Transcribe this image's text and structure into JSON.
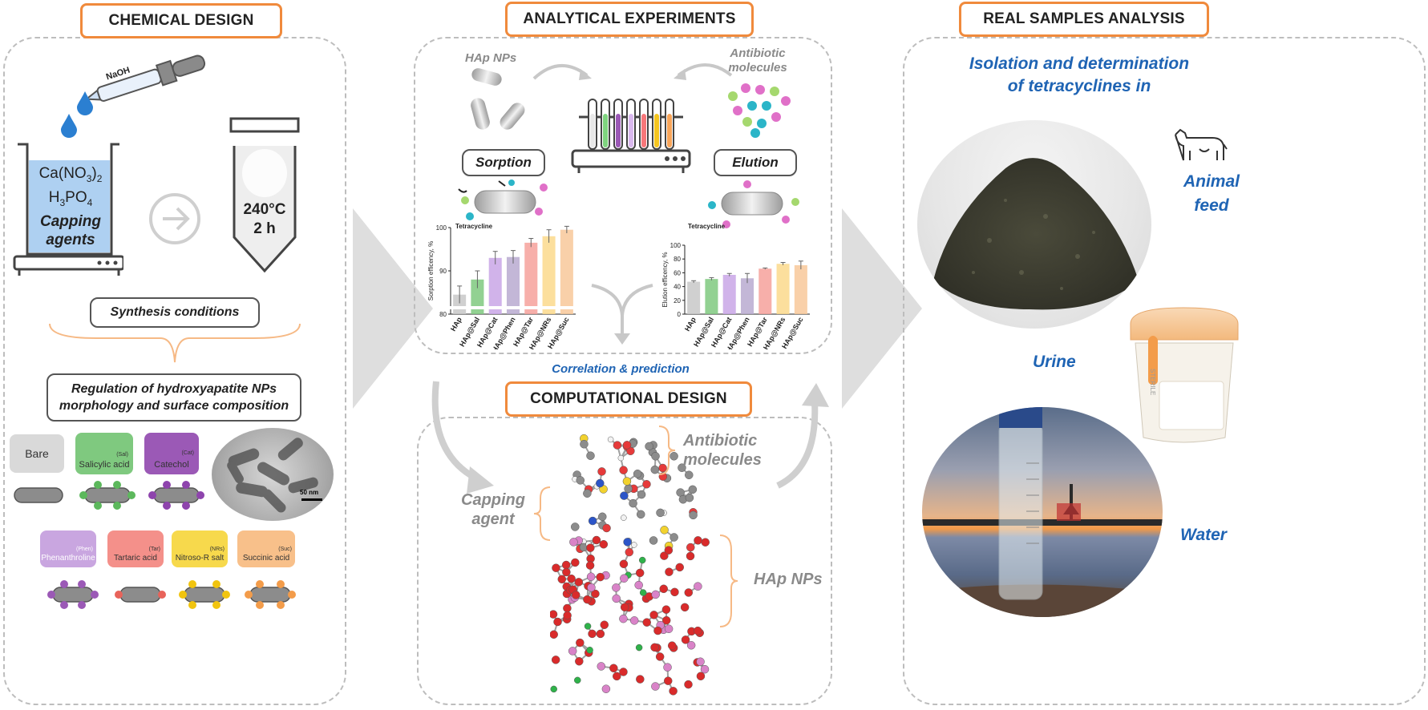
{
  "headers": {
    "chemical": "CHEMICAL DESIGN",
    "analytical": "ANALYTICAL EXPERIMENTS",
    "real": "REAL SAMPLES ANALYSIS",
    "computational": "COMPUTATIONAL DESIGN"
  },
  "chemical": {
    "naoh": "NaOH",
    "beaker_line1": "Ca(NO",
    "beaker_line1_sub": "3",
    "beaker_line1_end": ")",
    "beaker_line1_sub2": "2",
    "beaker_line2": "H",
    "beaker_line2_sub": "3",
    "beaker_line2_mid": "PO",
    "beaker_line2_sub2": "4",
    "beaker_line3": "Capping",
    "beaker_line4": "agents",
    "autoclave_temp": "240°C",
    "autoclave_time": "2 h",
    "synthesis": "Synthesis conditions",
    "regulation_line1": "Regulation of hydroxyapatite NPs",
    "regulation_line2": "morphology and surface composition",
    "scale": "50 nm",
    "agents": [
      {
        "label": "Bare",
        "abbr": "",
        "color": "#d9d9d9",
        "dot": "#8a8a8a"
      },
      {
        "label": "Salicylic acid",
        "abbr": "(Sal)",
        "color": "#7fc97f",
        "dot": "#4caf50"
      },
      {
        "label": "Catechol",
        "abbr": "(Cat)",
        "color": "#9b59b6",
        "dot": "#8e44ad"
      },
      {
        "label": "Phenanthroline",
        "abbr": "(Phen)",
        "color": "#c9a6e0",
        "dot": "#9b59b6"
      },
      {
        "label": "Tartaric acid",
        "abbr": "(Tar)",
        "color": "#f4908a",
        "dot": "#e8635a"
      },
      {
        "label": "Nitroso-R salt",
        "abbr": "(NRs)",
        "color": "#f7d94c",
        "dot": "#f1c40f"
      },
      {
        "label": "Succinic acid",
        "abbr": "(Suc)",
        "color": "#f8c08a",
        "dot": "#f39c4a"
      }
    ]
  },
  "analytical": {
    "hap_nps": "HAp NPs",
    "antibiotic_1": "Antibiotic",
    "antibiotic_2": "molecules",
    "sorption": "Sorption",
    "elution": "Elution",
    "tetracycline": "Tetracycline",
    "correlation": "Correlation & prediction"
  },
  "computational": {
    "antibiotic_1": "Antibiotic",
    "antibiotic_2": "molecules",
    "capping_1": "Capping",
    "capping_2": "agent",
    "hap": "HAp NPs"
  },
  "real": {
    "title1": "Isolation and determination",
    "title2": "of tetracyclines in",
    "feed1": "Animal",
    "feed2": "feed",
    "urine": "Urine",
    "water": "Water",
    "sterile": "STERILE"
  },
  "chart_data": [
    {
      "type": "bar",
      "ylabel": "Sorption efficency, %",
      "categories": [
        "HAp",
        "HAp@Sal",
        "HAp@Cat",
        "HAp@Phen",
        "HAp@Tar",
        "HAp@NRs",
        "HAp@Suc"
      ],
      "values": [
        84.5,
        88,
        93,
        93.2,
        96.5,
        98,
        99.5
      ],
      "errors": [
        2,
        2,
        1.5,
        1.5,
        1,
        1.5,
        0.8
      ],
      "colors": [
        "#c8c8c8",
        "#7fc97f",
        "#c9a6e6",
        "#b8aad0",
        "#f6a19b",
        "#fbd98c",
        "#f8c89a"
      ],
      "ylim": [
        80,
        100
      ],
      "yticks": [
        "80",
        "90",
        "100"
      ],
      "axis_break": true
    },
    {
      "type": "bar",
      "ylabel": "Elution efficency, %",
      "categories": [
        "HAp",
        "HAp@Sal",
        "HAp@Cat",
        "HAp@Phen",
        "HAp@Tar",
        "HAp@NRs",
        "HAp@Suc"
      ],
      "values": [
        47,
        51,
        57,
        52,
        66,
        73,
        71
      ],
      "errors": [
        1.5,
        2,
        2,
        7,
        1,
        2,
        6
      ],
      "colors": [
        "#c8c8c8",
        "#7fc97f",
        "#c9a6e6",
        "#b8aad0",
        "#f6a19b",
        "#fbd98c",
        "#f8c89a"
      ],
      "ylim": [
        0,
        100
      ],
      "yticks": [
        "0",
        "20",
        "40",
        "60",
        "80",
        "100"
      ]
    }
  ]
}
